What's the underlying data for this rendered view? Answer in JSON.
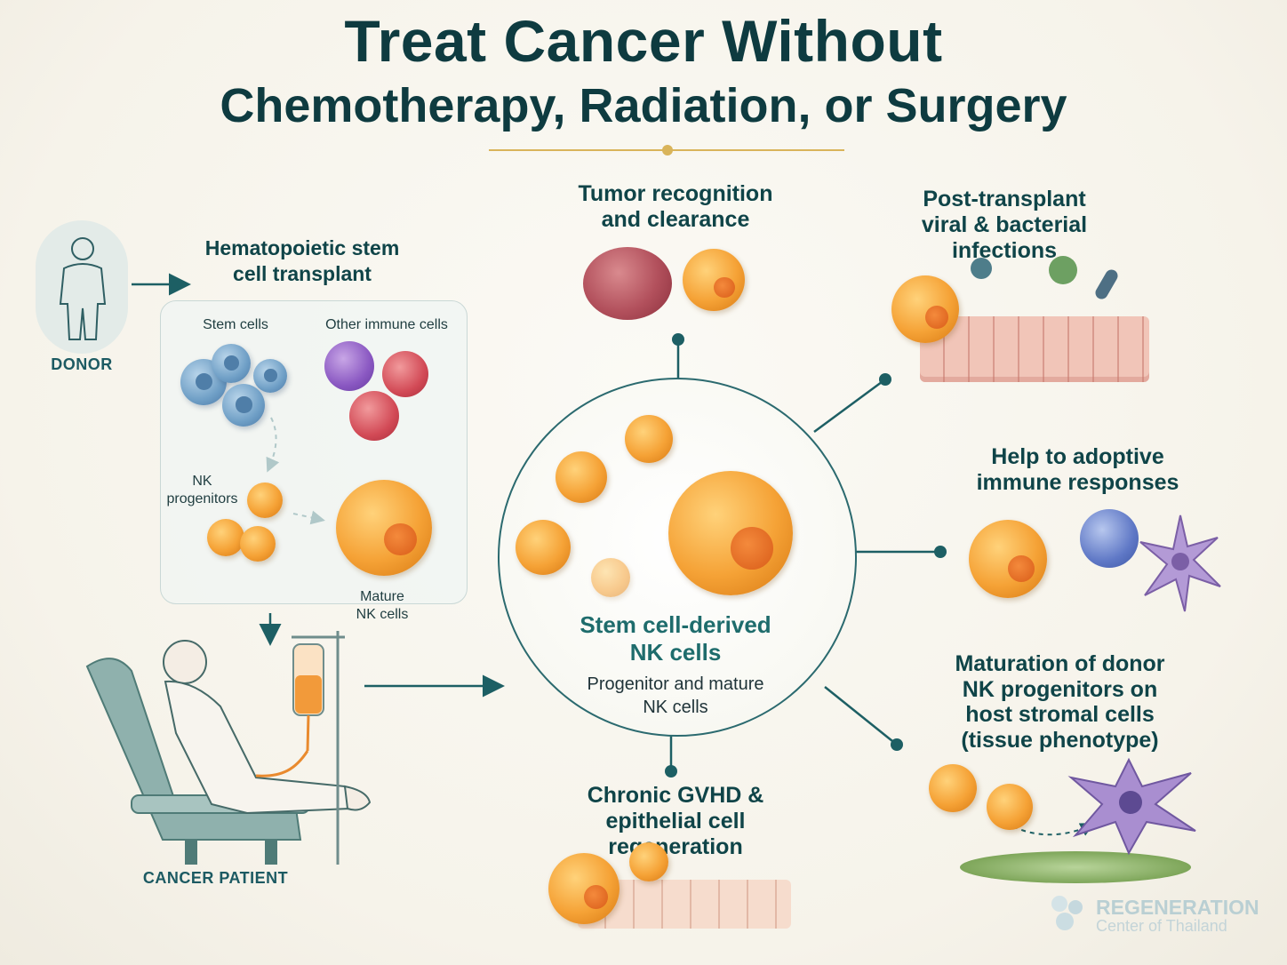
{
  "title": {
    "main": "Treat Cancer Without",
    "sub": "Chemotherapy, Radiation, or Surgery"
  },
  "donor": {
    "label": "DONOR"
  },
  "transplant": {
    "line1": "Hematopoietic stem",
    "line2": "cell transplant"
  },
  "panel": {
    "stem_cells": "Stem cells",
    "other_immune": "Other immune cells",
    "nk_progenitors_1": "NK",
    "nk_progenitors_2": "progenitors",
    "mature_1": "Mature",
    "mature_2": "NK cells"
  },
  "patient": {
    "label": "CANCER PATIENT"
  },
  "center": {
    "title_1": "Stem cell-derived",
    "title_2": "NK cells",
    "sub_1": "Progenitor and mature",
    "sub_2": "NK cells"
  },
  "outcomes": {
    "tumor": {
      "line1": "Tumor recognition",
      "line2": "and clearance"
    },
    "infection": {
      "line1": "Post-transplant",
      "line2": "viral & bacterial infections"
    },
    "adaptive": {
      "line1": "Help to adoptive",
      "line2": "immune responses"
    },
    "maturation": {
      "line1": "Maturation of donor",
      "line2": "NK progenitors on",
      "line3": "host stromal cells",
      "line4": "(tissue phenotype)"
    },
    "gvhd": {
      "line1": "Chronic GVHD &",
      "line2": "epithelial cell regeneration"
    }
  },
  "logo": {
    "line1": "REGENERATION",
    "line2": "Center of Thailand"
  },
  "colors": {
    "heading": "#0e3b40",
    "accent_gold": "#d9b45a",
    "connector": "#1d5f64",
    "nk_orange": "#f5a236"
  }
}
